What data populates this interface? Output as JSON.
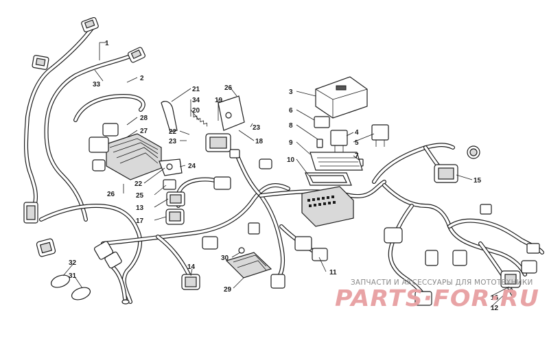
{
  "callouts": {
    "c1": "1",
    "c2": "2",
    "c3": "3",
    "c4": "4",
    "c5": "5",
    "c6": "6",
    "c7": "7",
    "c8": "8",
    "c9": "9",
    "c10": "10",
    "c11": "11",
    "c12": "12",
    "c13": "13",
    "c14": "14",
    "c15": "15",
    "c16": "16",
    "c17": "17",
    "c18": "18",
    "c19": "19",
    "c20": "20",
    "c21": "21",
    "c22a": "22",
    "c22b": "22",
    "c23a": "23",
    "c23b": "23",
    "c24": "24",
    "c25": "25",
    "c26a": "26",
    "c26b": "26",
    "c27": "27",
    "c28": "28",
    "c29": "29",
    "c30": "30",
    "c31": "31",
    "c32": "32",
    "c33": "33",
    "c34": "34"
  },
  "watermark": {
    "caption": "ЗАПЧАСТИ И АКСЕССУАРЫ ДЛЯ МОТОТЕХНИКИ",
    "logo": "PARTS·FOR·RU"
  }
}
